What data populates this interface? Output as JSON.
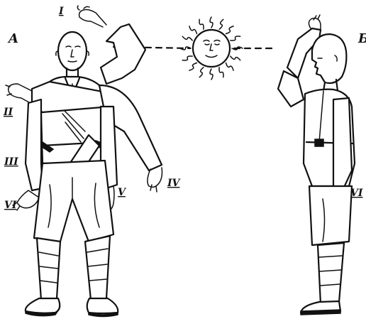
{
  "figure": {
    "panel_labels": [
      "A",
      "Б"
    ],
    "position_labels": [
      "I",
      "II",
      "III",
      "IV",
      "V",
      "VI",
      "VI"
    ]
  },
  "icons": {
    "sun": "sun-icon"
  }
}
